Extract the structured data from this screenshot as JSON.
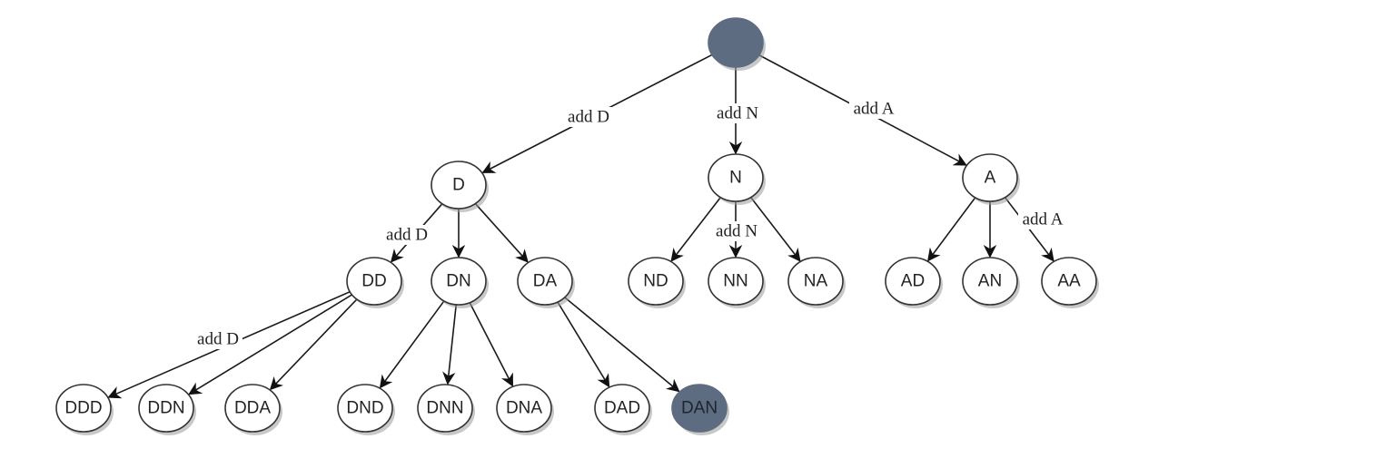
{
  "diagram": {
    "root": {
      "id": "root",
      "label": "",
      "highlighted": true
    },
    "nodes": [
      {
        "id": "D",
        "label": "D"
      },
      {
        "id": "N",
        "label": "N"
      },
      {
        "id": "A",
        "label": "A"
      },
      {
        "id": "DD",
        "label": "DD"
      },
      {
        "id": "DN",
        "label": "DN"
      },
      {
        "id": "DA",
        "label": "DA"
      },
      {
        "id": "ND",
        "label": "ND"
      },
      {
        "id": "NN",
        "label": "NN"
      },
      {
        "id": "NA",
        "label": "NA"
      },
      {
        "id": "AD",
        "label": "AD"
      },
      {
        "id": "AN",
        "label": "AN"
      },
      {
        "id": "AA",
        "label": "AA"
      },
      {
        "id": "DDD",
        "label": "DDD"
      },
      {
        "id": "DDN",
        "label": "DDN"
      },
      {
        "id": "DDA",
        "label": "DDA"
      },
      {
        "id": "DND",
        "label": "DND"
      },
      {
        "id": "DNN",
        "label": "DNN"
      },
      {
        "id": "DNA",
        "label": "DNA"
      },
      {
        "id": "DAD",
        "label": "DAD"
      },
      {
        "id": "DAN",
        "label": "DAN",
        "highlighted": true
      }
    ],
    "edges": [
      {
        "from": "root",
        "to": "D",
        "label": "add D"
      },
      {
        "from": "root",
        "to": "N",
        "label": "add N"
      },
      {
        "from": "root",
        "to": "A",
        "label": "add A"
      },
      {
        "from": "D",
        "to": "DD",
        "label": "add D"
      },
      {
        "from": "D",
        "to": "DN",
        "label": ""
      },
      {
        "from": "D",
        "to": "DA",
        "label": ""
      },
      {
        "from": "N",
        "to": "ND",
        "label": ""
      },
      {
        "from": "N",
        "to": "NN",
        "label": "add N"
      },
      {
        "from": "N",
        "to": "NA",
        "label": ""
      },
      {
        "from": "A",
        "to": "AD",
        "label": ""
      },
      {
        "from": "A",
        "to": "AN",
        "label": ""
      },
      {
        "from": "A",
        "to": "AA",
        "label": "add A"
      },
      {
        "from": "DD",
        "to": "DDD",
        "label": "add D"
      },
      {
        "from": "DD",
        "to": "DDN",
        "label": ""
      },
      {
        "from": "DD",
        "to": "DDA",
        "label": ""
      },
      {
        "from": "DN",
        "to": "DND",
        "label": ""
      },
      {
        "from": "DN",
        "to": "DNN",
        "label": ""
      },
      {
        "from": "DN",
        "to": "DNA",
        "label": ""
      },
      {
        "from": "DA",
        "to": "DAD",
        "label": ""
      },
      {
        "from": "DA",
        "to": "DAN",
        "label": ""
      }
    ],
    "colors": {
      "highlight": "#5d6c80",
      "stroke": "#333333"
    }
  }
}
